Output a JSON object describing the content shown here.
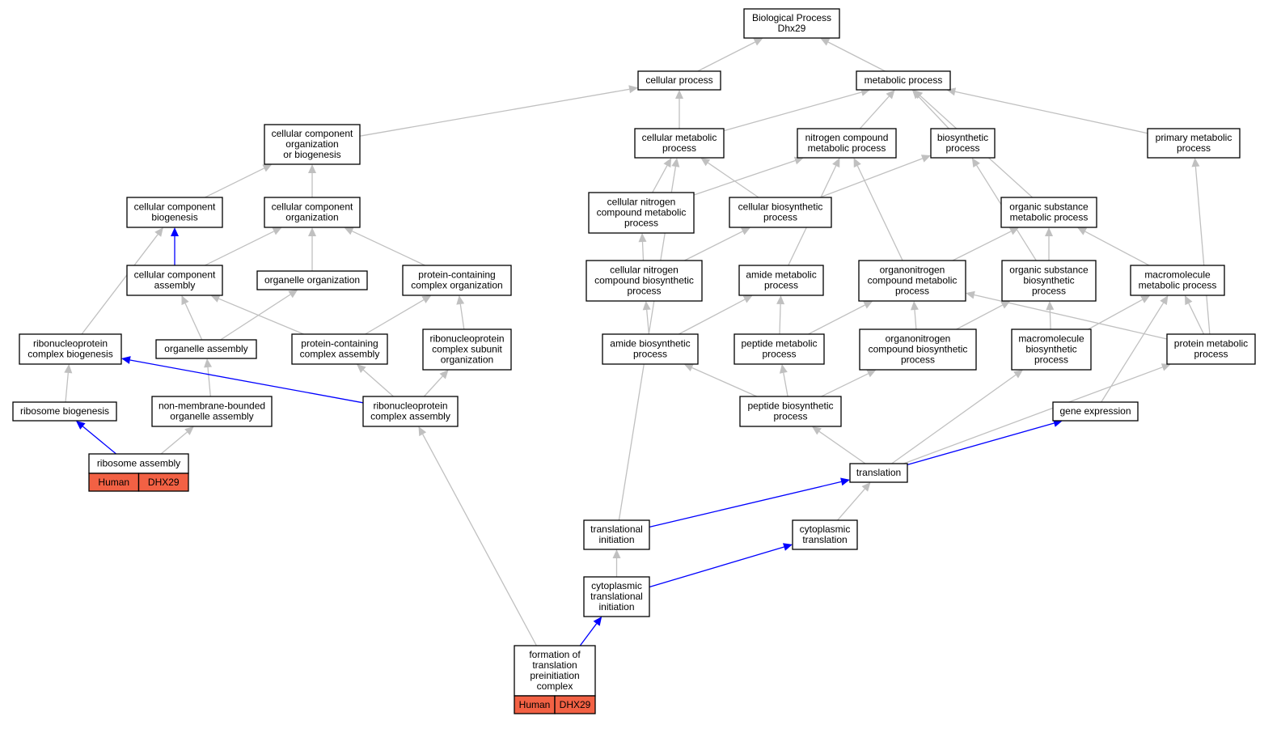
{
  "colors": {
    "gray_edge": "#c0c0c0",
    "blue_edge": "#0000ff",
    "annotation_fill": "#f26144",
    "node_border": "#000000"
  },
  "nodes": [
    {
      "id": "bp",
      "lines": [
        "Biological Process",
        "Dhx29"
      ]
    },
    {
      "id": "cellular_process",
      "lines": [
        "cellular process"
      ]
    },
    {
      "id": "metabolic_process",
      "lines": [
        "metabolic process"
      ]
    },
    {
      "id": "ccob",
      "lines": [
        "cellular component",
        "organization",
        "or biogenesis"
      ]
    },
    {
      "id": "cmp",
      "lines": [
        "cellular metabolic",
        "process"
      ]
    },
    {
      "id": "ncmp",
      "lines": [
        "nitrogen compound",
        "metabolic process"
      ]
    },
    {
      "id": "biosyn",
      "lines": [
        "biosynthetic",
        "process"
      ]
    },
    {
      "id": "pmp",
      "lines": [
        "primary metabolic",
        "process"
      ]
    },
    {
      "id": "ccb",
      "lines": [
        "cellular component",
        "biogenesis"
      ]
    },
    {
      "id": "cco",
      "lines": [
        "cellular component",
        "organization"
      ]
    },
    {
      "id": "cncmp",
      "lines": [
        "cellular nitrogen",
        "compound metabolic",
        "process"
      ]
    },
    {
      "id": "cbp",
      "lines": [
        "cellular biosynthetic",
        "process"
      ]
    },
    {
      "id": "osmp",
      "lines": [
        "organic substance",
        "metabolic process"
      ]
    },
    {
      "id": "cca",
      "lines": [
        "cellular component",
        "assembly"
      ]
    },
    {
      "id": "oo",
      "lines": [
        "organelle organization"
      ]
    },
    {
      "id": "pcco",
      "lines": [
        "protein-containing",
        "complex organization"
      ]
    },
    {
      "id": "cncbp",
      "lines": [
        "cellular nitrogen",
        "compound biosynthetic",
        "process"
      ]
    },
    {
      "id": "amp",
      "lines": [
        "amide metabolic",
        "process"
      ]
    },
    {
      "id": "ocmp",
      "lines": [
        "organonitrogen",
        "compound metabolic",
        "process"
      ]
    },
    {
      "id": "osbp",
      "lines": [
        "organic substance",
        "biosynthetic",
        "process"
      ]
    },
    {
      "id": "mmp",
      "lines": [
        "macromolecule",
        "metabolic process"
      ]
    },
    {
      "id": "rcb",
      "lines": [
        "ribonucleoprotein",
        "complex biogenesis"
      ]
    },
    {
      "id": "oa",
      "lines": [
        "organelle assembly"
      ]
    },
    {
      "id": "pcca",
      "lines": [
        "protein-containing",
        "complex assembly"
      ]
    },
    {
      "id": "rcso",
      "lines": [
        "ribonucleoprotein",
        "complex subunit",
        "organization"
      ]
    },
    {
      "id": "abp",
      "lines": [
        "amide biosynthetic",
        "process"
      ]
    },
    {
      "id": "pepmp",
      "lines": [
        "peptide metabolic",
        "process"
      ]
    },
    {
      "id": "ocbp",
      "lines": [
        "organonitrogen",
        "compound biosynthetic",
        "process"
      ]
    },
    {
      "id": "mbp",
      "lines": [
        "macromolecule",
        "biosynthetic",
        "process"
      ]
    },
    {
      "id": "protmp",
      "lines": [
        "protein metabolic",
        "process"
      ]
    },
    {
      "id": "rbgen",
      "lines": [
        "ribosome biogenesis"
      ]
    },
    {
      "id": "nmboa",
      "lines": [
        "non-membrane-bounded",
        "organelle assembly"
      ]
    },
    {
      "id": "rca",
      "lines": [
        "ribonucleoprotein",
        "complex assembly"
      ]
    },
    {
      "id": "pepbp",
      "lines": [
        "peptide biosynthetic",
        "process"
      ]
    },
    {
      "id": "ge",
      "lines": [
        "gene expression"
      ]
    },
    {
      "id": "ra",
      "lines": [
        "ribosome assembly"
      ],
      "annotation": [
        "Human",
        "DHX29"
      ]
    },
    {
      "id": "translation",
      "lines": [
        "translation"
      ]
    },
    {
      "id": "ti",
      "lines": [
        "translational",
        "initiation"
      ]
    },
    {
      "id": "ct",
      "lines": [
        "cytoplasmic",
        "translation"
      ]
    },
    {
      "id": "cti",
      "lines": [
        "cytoplasmic",
        "translational",
        "initiation"
      ]
    },
    {
      "id": "ftpc",
      "lines": [
        "formation of",
        "translation",
        "preinitiation",
        "complex"
      ],
      "annotation": [
        "Human",
        "DHX29"
      ]
    }
  ],
  "edges": [
    {
      "from": "cellular_process",
      "to": "bp",
      "kind": "gray"
    },
    {
      "from": "metabolic_process",
      "to": "bp",
      "kind": "gray"
    },
    {
      "from": "ccob",
      "to": "cellular_process",
      "kind": "gray"
    },
    {
      "from": "cmp",
      "to": "cellular_process",
      "kind": "gray"
    },
    {
      "from": "cmp",
      "to": "metabolic_process",
      "kind": "gray"
    },
    {
      "from": "ncmp",
      "to": "metabolic_process",
      "kind": "gray"
    },
    {
      "from": "biosyn",
      "to": "metabolic_process",
      "kind": "gray"
    },
    {
      "from": "pmp",
      "to": "metabolic_process",
      "kind": "gray"
    },
    {
      "from": "osmp",
      "to": "metabolic_process",
      "kind": "gray"
    },
    {
      "from": "ccb",
      "to": "ccob",
      "kind": "gray"
    },
    {
      "from": "cco",
      "to": "ccob",
      "kind": "gray"
    },
    {
      "from": "cncmp",
      "to": "cmp",
      "kind": "gray"
    },
    {
      "from": "cncmp",
      "to": "ncmp",
      "kind": "gray"
    },
    {
      "from": "cbp",
      "to": "cmp",
      "kind": "gray"
    },
    {
      "from": "cbp",
      "to": "biosyn",
      "kind": "gray"
    },
    {
      "from": "cca",
      "to": "ccb",
      "kind": "blue"
    },
    {
      "from": "cca",
      "to": "cco",
      "kind": "gray"
    },
    {
      "from": "oo",
      "to": "cco",
      "kind": "gray"
    },
    {
      "from": "pcco",
      "to": "cco",
      "kind": "gray"
    },
    {
      "from": "cncbp",
      "to": "cncmp",
      "kind": "gray"
    },
    {
      "from": "cncbp",
      "to": "cbp",
      "kind": "gray"
    },
    {
      "from": "amp",
      "to": "ncmp",
      "kind": "gray"
    },
    {
      "from": "ocmp",
      "to": "ncmp",
      "kind": "gray"
    },
    {
      "from": "ocmp",
      "to": "osmp",
      "kind": "gray"
    },
    {
      "from": "osbp",
      "to": "osmp",
      "kind": "gray"
    },
    {
      "from": "osbp",
      "to": "biosyn",
      "kind": "gray"
    },
    {
      "from": "mmp",
      "to": "osmp",
      "kind": "gray"
    },
    {
      "from": "rcb",
      "to": "ccb",
      "kind": "gray"
    },
    {
      "from": "oa",
      "to": "cca",
      "kind": "gray"
    },
    {
      "from": "oa",
      "to": "oo",
      "kind": "gray"
    },
    {
      "from": "pcca",
      "to": "cca",
      "kind": "gray"
    },
    {
      "from": "pcca",
      "to": "pcco",
      "kind": "gray"
    },
    {
      "from": "rcso",
      "to": "pcco",
      "kind": "gray"
    },
    {
      "from": "abp",
      "to": "cncbp",
      "kind": "gray"
    },
    {
      "from": "abp",
      "to": "amp",
      "kind": "gray"
    },
    {
      "from": "pepmp",
      "to": "amp",
      "kind": "gray"
    },
    {
      "from": "pepmp",
      "to": "ocmp",
      "kind": "gray"
    },
    {
      "from": "ocbp",
      "to": "ocmp",
      "kind": "gray"
    },
    {
      "from": "ocbp",
      "to": "osbp",
      "kind": "gray"
    },
    {
      "from": "mbp",
      "to": "osbp",
      "kind": "gray"
    },
    {
      "from": "mbp",
      "to": "mmp",
      "kind": "gray"
    },
    {
      "from": "protmp",
      "to": "mmp",
      "kind": "gray"
    },
    {
      "from": "protmp",
      "to": "ocmp",
      "kind": "gray"
    },
    {
      "from": "protmp",
      "to": "pmp",
      "kind": "gray"
    },
    {
      "from": "rbgen",
      "to": "rcb",
      "kind": "gray"
    },
    {
      "from": "nmboa",
      "to": "oa",
      "kind": "gray"
    },
    {
      "from": "rca",
      "to": "rcb",
      "kind": "blue"
    },
    {
      "from": "rca",
      "to": "pcca",
      "kind": "gray"
    },
    {
      "from": "rca",
      "to": "rcso",
      "kind": "gray"
    },
    {
      "from": "pepbp",
      "to": "abp",
      "kind": "gray"
    },
    {
      "from": "pepbp",
      "to": "pepmp",
      "kind": "gray"
    },
    {
      "from": "pepbp",
      "to": "ocbp",
      "kind": "gray"
    },
    {
      "from": "ge",
      "to": "mmp",
      "kind": "gray"
    },
    {
      "from": "ra",
      "to": "rbgen",
      "kind": "blue"
    },
    {
      "from": "ra",
      "to": "nmboa",
      "kind": "gray"
    },
    {
      "from": "translation",
      "to": "pepbp",
      "kind": "gray"
    },
    {
      "from": "translation",
      "to": "mbp",
      "kind": "gray"
    },
    {
      "from": "translation",
      "to": "ge",
      "kind": "blue"
    },
    {
      "from": "translation",
      "to": "protmp",
      "kind": "gray"
    },
    {
      "from": "ti",
      "to": "translation",
      "kind": "blue"
    },
    {
      "from": "ti",
      "to": "cmp",
      "kind": "gray"
    },
    {
      "from": "ct",
      "to": "translation",
      "kind": "gray"
    },
    {
      "from": "cti",
      "to": "ti",
      "kind": "gray"
    },
    {
      "from": "cti",
      "to": "ct",
      "kind": "blue"
    },
    {
      "from": "ftpc",
      "to": "cti",
      "kind": "blue"
    },
    {
      "from": "ftpc",
      "to": "rca",
      "kind": "gray"
    }
  ]
}
